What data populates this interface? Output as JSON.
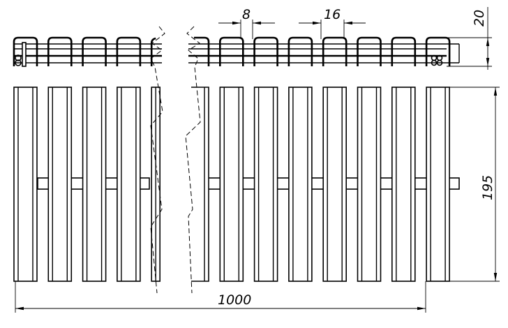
{
  "drawing": {
    "title": "Grating mat drawing",
    "stroke_color": "#000000",
    "background_color": "#ffffff",
    "slat_count_left": 5,
    "slat_count_right": 8,
    "views": [
      "top-view",
      "plan-view"
    ]
  },
  "dimensions": {
    "gap_label": "8",
    "slat_width_label": "16",
    "height_label": "20",
    "width_label": "195",
    "length_label": "1000"
  }
}
